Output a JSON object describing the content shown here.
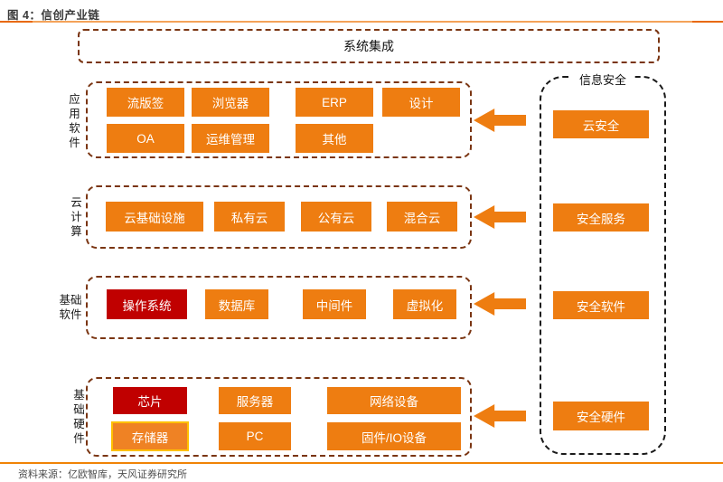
{
  "title": "图 4：信创产业链",
  "source": "资料来源：亿欧智库，天风证券研究所",
  "system_integration": "系统集成",
  "rows": [
    {
      "label": "应用软件",
      "items": [
        {
          "label": "流版签"
        },
        {
          "label": "浏览器"
        },
        {
          "label": "ERP"
        },
        {
          "label": "设计"
        },
        {
          "label": "OA"
        },
        {
          "label": "运维管理"
        },
        {
          "label": "其他"
        }
      ]
    },
    {
      "label": "云计算",
      "items": [
        {
          "label": "云基础设施"
        },
        {
          "label": "私有云"
        },
        {
          "label": "公有云"
        },
        {
          "label": "混合云"
        }
      ]
    },
    {
      "label": "基础软件",
      "items": [
        {
          "label": "操作系统",
          "highlight": "red"
        },
        {
          "label": "数据库"
        },
        {
          "label": "中间件"
        },
        {
          "label": "虚拟化"
        }
      ]
    },
    {
      "label": "基础硬件",
      "items": [
        {
          "label": "芯片",
          "highlight": "red"
        },
        {
          "label": "服务器"
        },
        {
          "label": "网络设备"
        },
        {
          "label": "存储器",
          "highlight": "gold-border"
        },
        {
          "label": "PC"
        },
        {
          "label": "固件/IO设备"
        }
      ]
    }
  ],
  "security": {
    "label": "信息安全",
    "items": [
      {
        "label": "云安全"
      },
      {
        "label": "安全服务"
      },
      {
        "label": "安全软件"
      },
      {
        "label": "安全硬件"
      }
    ]
  },
  "colors": {
    "node_orange": "#EE7D11",
    "node_red": "#C00000",
    "gold_border": "#FFC000",
    "row_dash_brown": "#7A3512",
    "security_dash_black": "#1A1A1A",
    "rule_orange": "#F08306"
  }
}
